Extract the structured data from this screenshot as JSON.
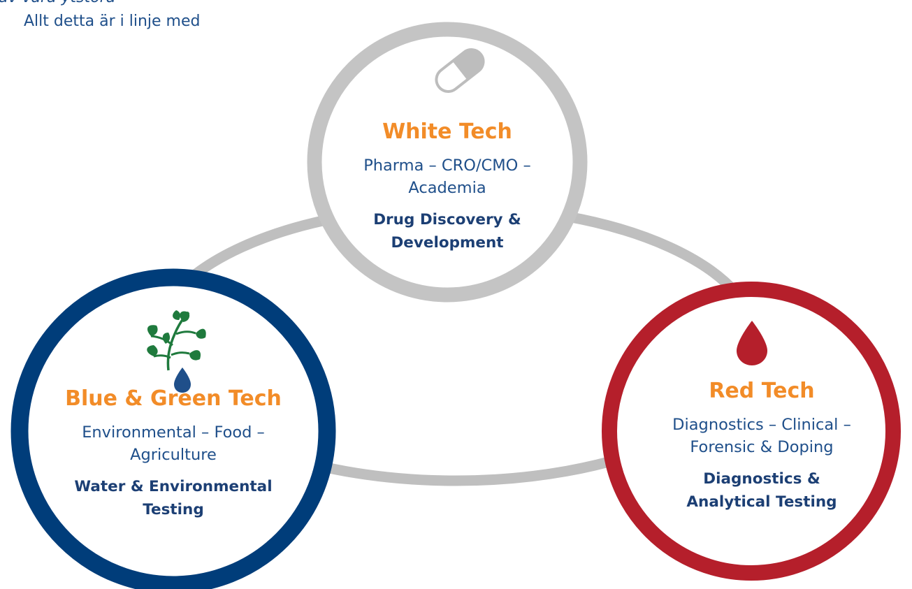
{
  "header": {
    "line1": "av våra ytstora",
    "line2": "Allt detta är i linje med"
  },
  "colors": {
    "ring_gray": "#bfbfbf",
    "white_tech_ring": "#c4c4c4",
    "blue_ring": "#003d7a",
    "red_ring": "#b51f2b",
    "title_orange": "#f28c28",
    "text_blue": "#1f4f8a",
    "focus_blue": "#1c3f74",
    "leaf_green": "#1f7a3d"
  },
  "nodes": {
    "white": {
      "icon": "capsule-icon",
      "title": "White Tech",
      "desc_line1": "Pharma – CRO/CMO –",
      "desc_line2": "Academia",
      "focus_line1": "Drug Discovery &",
      "focus_line2": "Development"
    },
    "blue": {
      "icon": "plant-water-drop-icon",
      "title": "Blue & Green Tech",
      "desc_line1": "Environmental – Food –",
      "desc_line2": "Agriculture",
      "focus_line1": "Water & Environmental",
      "focus_line2": "Testing"
    },
    "red": {
      "icon": "blood-drop-icon",
      "title": "Red Tech",
      "desc_line1": "Diagnostics – Clinical –",
      "desc_line2": "Forensic & Doping",
      "focus_line1": "Diagnostics &",
      "focus_line2": "Analytical Testing"
    }
  }
}
